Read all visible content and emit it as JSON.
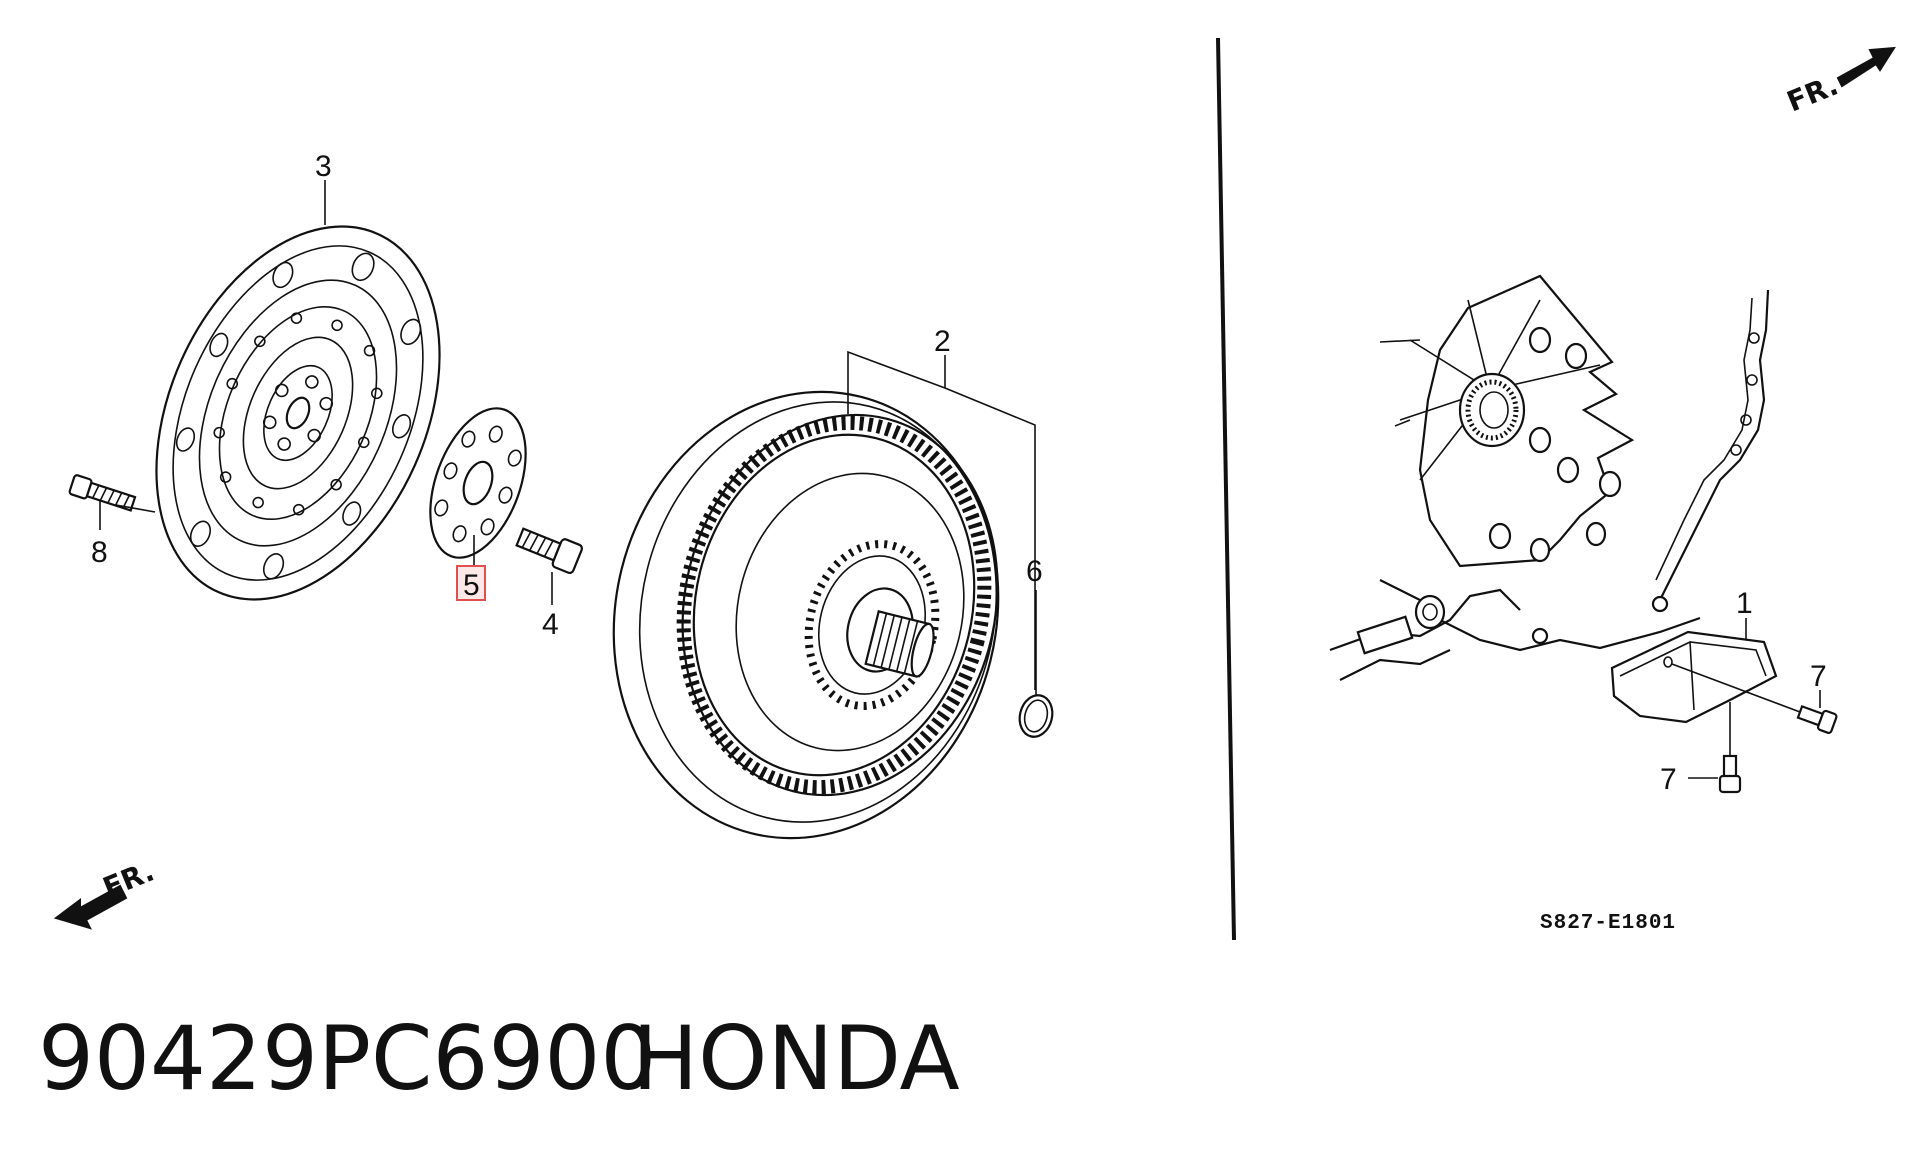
{
  "title": {
    "part_number": "90429PC6900",
    "brand": "HONDA"
  },
  "diagram_code": "S827-E1801",
  "direction_label": "FR.",
  "callouts": {
    "c1": "1",
    "c2": "2",
    "c3": "3",
    "c4": "4",
    "c5": "5",
    "c6": "6",
    "c7a": "7",
    "c7b": "7",
    "c8": "8"
  },
  "highlight_color": "#e05050"
}
